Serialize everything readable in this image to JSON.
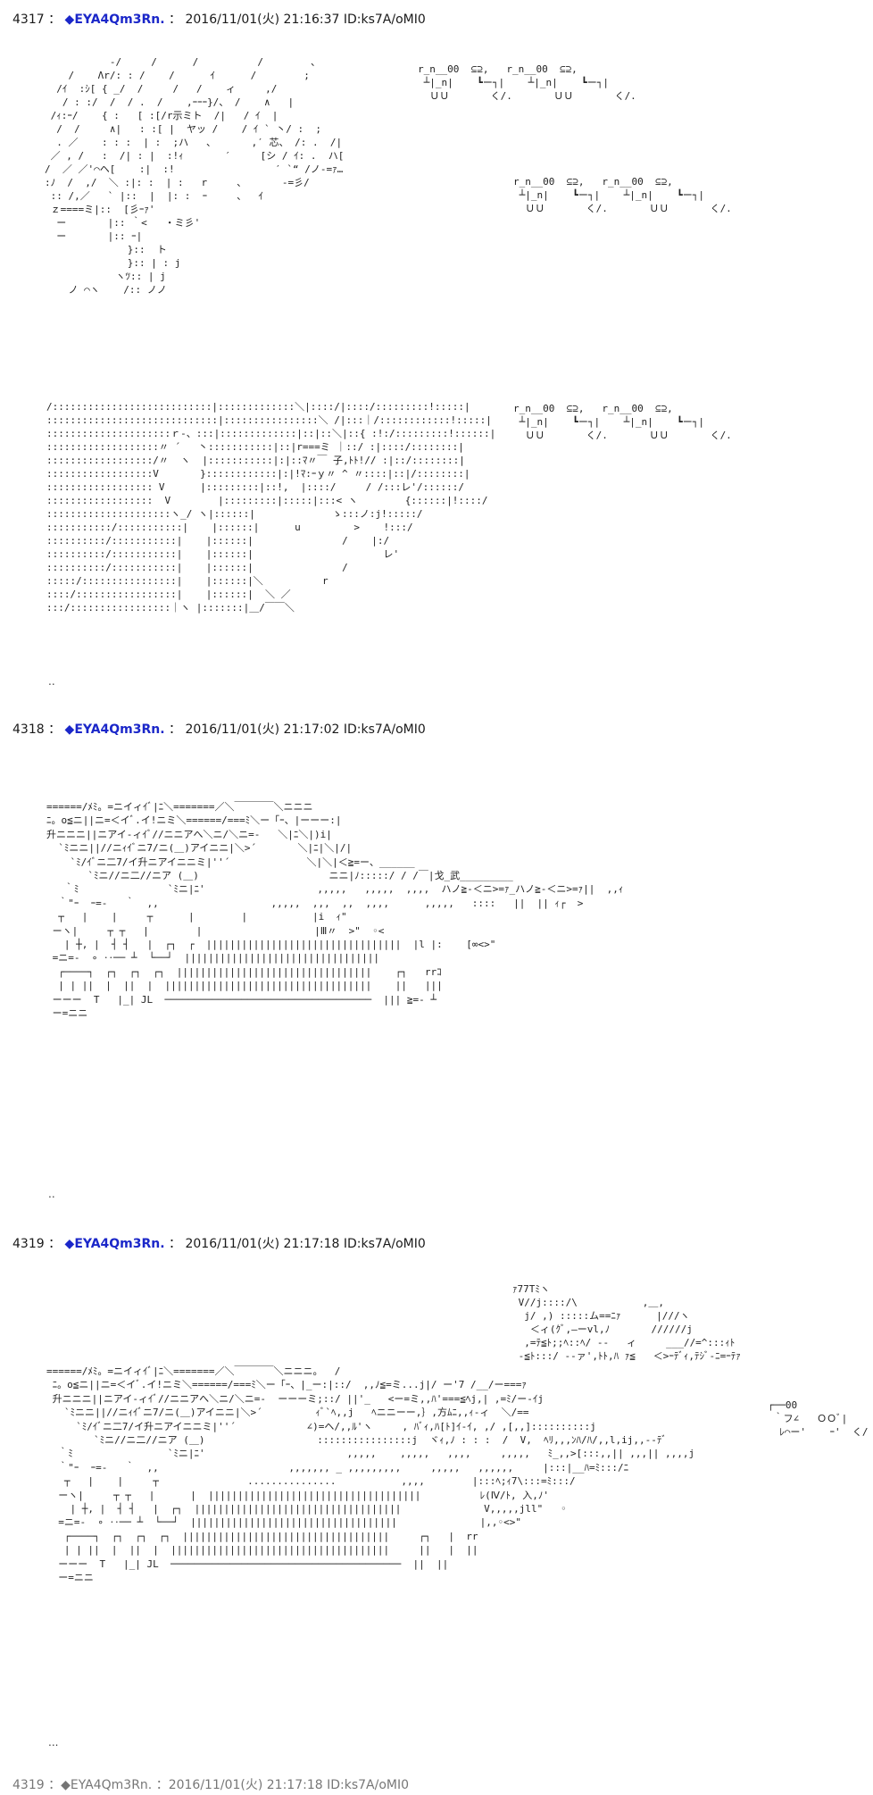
{
  "posts": [
    {
      "number": "4317",
      "separator": "：",
      "diamond": "◆",
      "trip": "EYA4Qm3Rn.",
      "separator2": "：",
      "datetime": "2016/11/01(火) 21:16:37",
      "id": "ID:ks7A/oMI0",
      "footer": ".."
    },
    {
      "number": "4318",
      "separator": "：",
      "diamond": "◆",
      "trip": "EYA4Qm3Rn.",
      "separator2": "：",
      "datetime": "2016/11/01(火) 21:17:02",
      "id": "ID:ks7A/oMI0",
      "footer": ".."
    },
    {
      "number": "4319",
      "separator": "：",
      "diamond": "◆",
      "trip": "EYA4Qm3Rn.",
      "separator2": "：",
      "datetime": "2016/11/01(火) 21:17:18",
      "id": "ID:ks7A/oMI0",
      "footer": "..."
    }
  ],
  "art": {
    "p1_figure": "           -/     /      /          /        、\n    /    Λr/: : /    /      ｲ      /        ;\n  /ｲ  :ｼ[ { _/  /     /   /    ィ     ,/\n   / : :/  /  / .  /    ,ｰｰｰ}/、 /    ∧   |\n /ｨ:ｰ/    { :   [ :[/r示ミト  /|   / ｲ  |\n  /  /     ∧|   : :[ |  ヤッ /    / ｲ ` 丶/ :  ;\n  . ／    : : :  | :  ;ハ   、      ,′ 芯、 /: .  /|\n ／ , /   :  /| : |  :!ｨ       ′     [シ / ｲ: .  ハ[\n/  ／ ／'⌒ヘ[    :|  :!                 ′ `“ /ノ-=ｧ…\n:ﾉ  /  ,/  ＼ :|: :  | :   r     、      -=彡/\n :: /,／   ` |::  |  |: :  ｰ     、  ｲ\n ｚ====ミ|::  [彡ｰｧ'\n  ー       |:: ｀<   ・ミ彡'\n  ー       |:: ｰ|\n              }::  ト\n              }:: | : j\n            ヽﾂ:: | j\n    ノ ⌒ヽ    /:: ノノ",
    "p1_sfx_top": "r_n__00  ⊆⊇,   r_n__00  ⊆⊇,\n ┴|_n|    ┗ー┐|    ┴|_n|    ┗ー┐|\n  ＵＵ       く/.       ＵＵ       く/.",
    "p1_sfx_mid": "r_n__00  ⊆⊇,   r_n__00  ⊆⊇,\n ┴|_n|    ┗ー┐|    ┴|_n|    ┗ー┐|\n  ＵＵ       く/.       ＵＵ       く/.",
    "p1_sfx_low": "r_n__00  ⊆⊇,   r_n__00  ⊆⊇,\n ┴|_n|    ┗ー┐|    ┴|_n|    ┗ー┐|\n  ＵＵ       く/.       ＵＵ       く/.",
    "p1_panel": "/:::::::::::::::::::::::::::|:::::::::::::＼|::::/|::::/:::::::::!:::::|\n:::::::::::::::::::::::::::::|::::::::::::::::＼ /|:::｜/::::::::::::!:::::|\n:::::::::::::::::::::ｒ-、:::|:::::::::::::|::|::＼|::{ :!:/:::::::::!::::::|\n:::::::::::::::::::〃 ´   丶:::::::::::|::|r===ミ ｜::/ :|::::/::::::::|\n::::::::::::::::::/〃  ヽ  |:::::::::::|:|::ﾏ〃￣ 子,ﾄﾄ!// :|::/::::::::|\n::::::::::::::::::V       }::::::::::::|:|!ﾏ:ｰｙ〃 ^ 〃::::|::|/::::::::|\n:::::::::::::::::: V      |:::::::::|::!,  |::::/     / /:::レ'/::::::/\n::::::::::::::::::  V        |:::::::::|:::::|:::< ヽ        {::::::|!::::/\n:::::::::::::::::::::ヽ_/ ヽ|::::::|             ゝ:::ノ:j!:::::/\n:::::::::::/:::::::::::|    |::::::|      u         >    !:::/\n::::::::::/:::::::::::|    |::::::|               /    |:/\n::::::::::/:::::::::::|    |::::::|                      レ'\n::::::::::/:::::::::::|    |::::::|               /\n:::::/::::::::::::::::|    |::::::|＼          r\n::::/:::::::::::::::::|    |::::::|  ＼ ／\n:::/:::::::::::::::::｜ヽ |:::::::|＿/￣￣＼",
    "p2_scene": "======/ﾒﾐ。=ニイィｲﾞ|ﾆ＼=======／＼￣￣￣￣＼ニニニ\nﾆ。o≦ニ||ニ=＜イﾞ.イ!ニミ＼======/===ﾐ＼ー「ｰ、|ーーー:|\n升ニニニ||ニアイ-ィｲﾞ//ニニアへ＼ニ/＼ニ=-   ＼|ﾆ＼|)i|\n  `ﾐニニ||//ニｨｲﾞニ7/ニ(＿)アイニニ|＼>´       ＼|ﾆ|＼|/|\n    `ﾐ/ｲﾞニ二7/イ升ニアイニニミ|''´             ＼|＼|＜≧=ー、______\n       `ﾐニ//ニ二//ニア (＿)                      ニニ|ﾉ:::::/ / /￣|戈_武_________\n   ｀ﾐ               `ﾐニ|ﾆ'                   ,,,,,   ,,,,,  ,,,,  ハノ≧-＜ニ>=ｧ_ハノ≧-＜ニ>=ｧ||  ,,ｨ\n  ｀\"ｰ  ｰ=-   ｀  ,,                   ,,,,,  ,,,  ,,  ,,,,      ,,,,,   ::::   ||  || ｨ┌  >\n  ┬   |    |     ┬      |        |           |i  ｨ\"\n ーヽ|     ┬ ┬   |        |                   |Ⅲ〃  >\"  ◦<\n   | ┼, |  ┤ ┤   |  ┌┐  ┌  |||||||||||||||||||||||||||||||||  |l |:    [∞<>\"\n =ニ=-  ∘ ‥── ┴  └──┘  |||||||||||||||||||||||||||||||||\n  ┌────┐  ┌┐  ┌┐  ┌┐  |||||||||||||||||||||||||||||||||    ┌┐   rrｺ\n  | | ||  |  ||  |  |||||||||||||||||||||||||||||||||||    ||   |||\n ーーー  T   |_| JL  ───────────────────────────────────  ||| ≧=- ┴\n ー=ニニ",
    "p3_top": "ｧ77Tﾐヽ\n V//j::::/\\           ,＿,\n  j/ ,) :::::ム==ﾆｧ      |///ヽ\n   ＜ィ(ｸﾞ,—ーvl,ﾉ       //////j\n  ,=ﾃ≦ﾄ;;ﾍ::ﾍ/ ‐-   ィ     ___//=^:::ｨﾄ\n ‐≦ﾄ:::/ ‐-ァ',ﾄﾄ,ﾊ ｧ≦   ＜>ｰﾃﾞｨ,ﾃｼﾞ-ﾆ=ｰﾃｧ",
    "p3_scene": "======/ﾒﾐ。=ニイィｲﾞ|ﾆ＼=======／＼￣￣￣￣＼ニニニ。  /\n ﾆ。o≦ニ||ニ=＜イﾞ.イ!ニミ＼======/===ﾐ＼ー「ｰ、|_ー:|::/  ,,ﾉ≦=ミ...j|/ ー'7 /__/ー===ｧ\n 升ニニニ||ニアイ-ィｲﾞ//ニニアへ＼ニ/＼ニ=-  ーーーミ;::/ ||'_   <ー=ミ,,ﾊ'===≦ﾍj,| ,=ﾐ/ー-ｲj\n   `ﾐニニ||//ニｨｲﾞニ7/ニ(＿)アイニニ|＼>´         ｨﾞ`ﾍ,,j   ﾍニニーー,｝,方ﾑﾆ,,ｨ-ィ  ＼/==\n     `ﾐ/ｲﾞニ二7/イ升ニアイニニミ|''´            ∠)=ヘ/,,ﾙ'ヽ     , ﾊﾞｨ,ﾊ[ﾄ]ｲ-ｲ, ,/ ,[,,]::::::::::j\n        `ﾐニ//ニ二//ニア (＿)                   ::::::::::::::::j  ヾｨ,ﾉ : : :  /  V,  ﾍﾘ,,,ﾝﾊ/ﾊ/,,l,ij,,--ﾃﾞ\n  ｀ﾐ                `ﾐニ|ﾆ'                        ,,,,,    ,,,,,   ,,,,     ,,,,,   ﾐ_,,>[:::,,|| ,,,|| ,,,,j\n  ｀\"ｰ  ｰ=-   ｀  ,,                      ,,,,,,, _ ,,,,,,,,,     ,,,,,   ,,,,,,     |:::|__ﾊ=ﾐ:::/ﾆ\n   ┬   |    |     ┬               ...............           ,,,,        |:::ﾍ;ｨ7\\:::=ﾐ:::/\n  ーヽ|     ┬ ┬   |      |  ||||||||||||||||||||||||||||||||||||          ﾚ(Ⅳ/ﾄ, 入,ﾉ'\n    | ┼, |  ┤ ┤   |  ┌┐  |||||||||||||||||||||||||||||||||||              V,,,,,jll\"   ◦\n  =ニ=-  ∘ ‥── ┴  └──┘  |||||||||||||||||||||||||||||||||||              |,,◦<>\"\n   ┌────┐  ┌┐  ┌┐  ┌┐  |||||||||||||||||||||||||||||||||||     ┌┐   |  rr\n   | | ||  |  ||  |  |||||||||||||||||||||||||||||||||||||     ||   |  ||\n  ーーー  T   |_| JL  ───────────────────────────────────────  ||  ||\n  ー=ニニ",
    "p3_sfx": "┌──00\n ｀フ∠   ＯＯﾞ|\n  ﾚ⌒ー'    ｰ'  く/"
  },
  "cutoff_line": "4319 ：◆EYA4Qm3Rn. ：2016/11/01(火) 21:17:18 ID:ks7A/oMI0"
}
